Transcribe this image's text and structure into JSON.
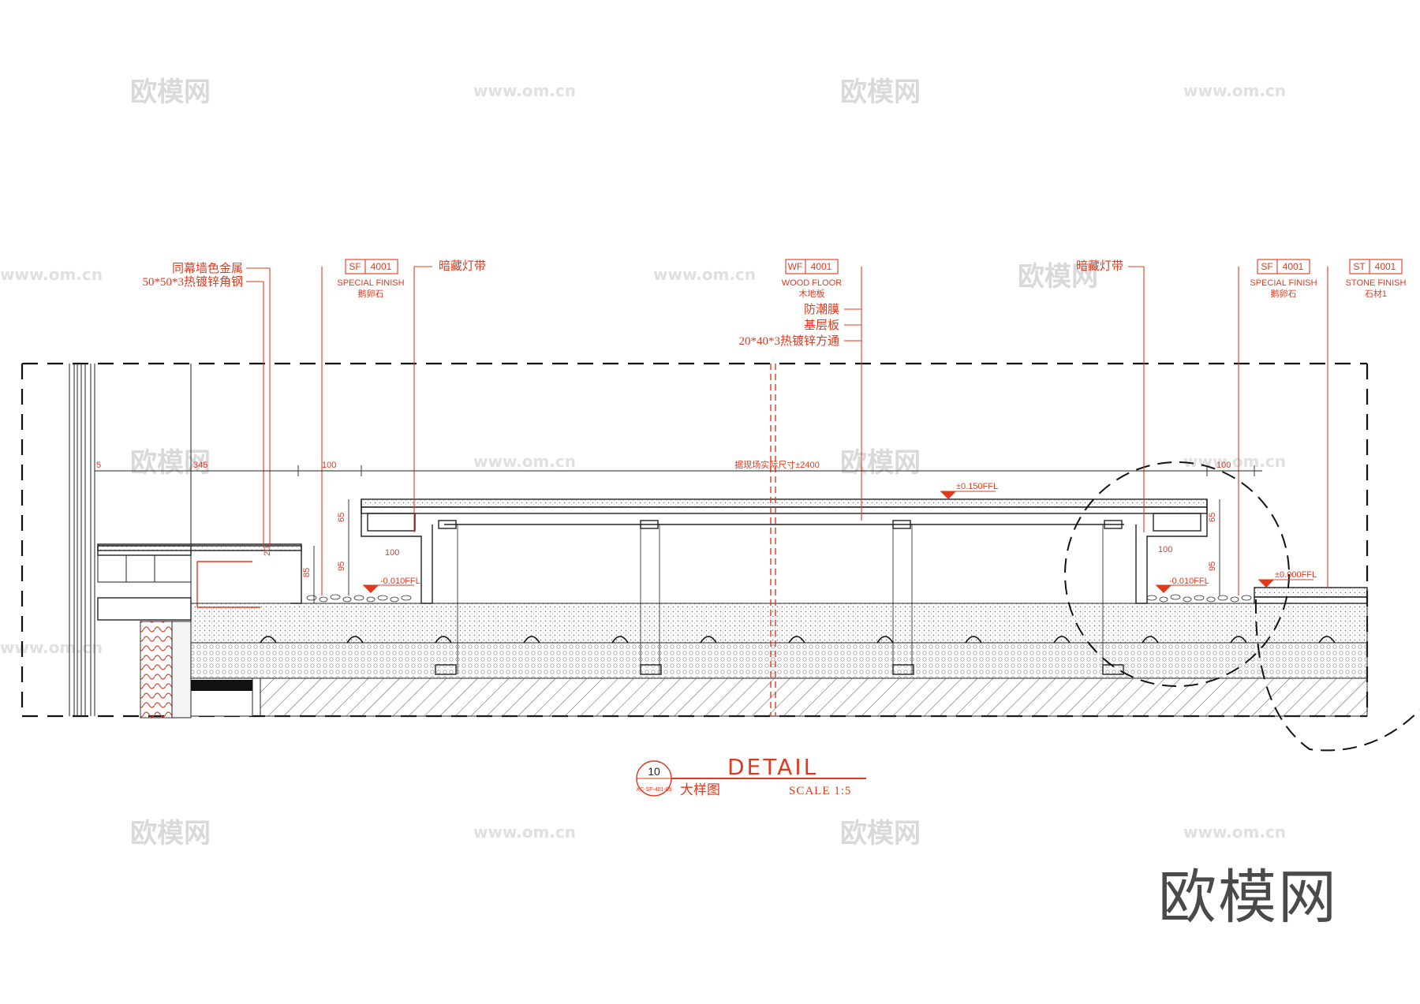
{
  "watermarks": {
    "brand": "欧模网",
    "url": "www.om.cn",
    "url_edge": "www.om.cn",
    "big": "欧模网"
  },
  "callouts": {
    "left_top_1": "同幕墙色金属",
    "left_top_2": "50*50*3热镀锌角钢",
    "sf_left_code": "SF",
    "sf_left_num": "4001",
    "sf_left_en": "SPECIAL FINISH",
    "sf_left_cn": "鹅卵石",
    "light_left": "暗藏灯带",
    "wf_code": "WF",
    "wf_num": "4001",
    "wf_en": "WOOD FLOOR",
    "wf_cn": "木地板",
    "wf_layer_1": "防潮膜",
    "wf_layer_2": "基层板",
    "wf_layer_3": "20*40*3热镀锌方通",
    "light_right": "暗藏灯带",
    "sf_right_code": "SF",
    "sf_right_num": "4001",
    "sf_right_en": "SPECIAL FINISH",
    "sf_right_cn": "鹅卵石",
    "st_code": "ST",
    "st_num": "4001",
    "st_en": "STONE FINISH",
    "st_cn": "石材1"
  },
  "dimensions": {
    "d5": "5",
    "d345": "345",
    "d100_left": "100",
    "d2400": "据现场实际尺寸±2400",
    "d100_right": "100",
    "d65_left": "65",
    "d95_left": "95",
    "d85_left": "85",
    "d100_inner_left": "100",
    "d65_right": "65",
    "d95_right": "95",
    "d100_inner_right": "100",
    "d20_left": "20"
  },
  "levels": {
    "top": "±0.150FFL",
    "left": "-0.010FFL",
    "right": "-0.010FFL",
    "stone": "±0.000FFL"
  },
  "title_block": {
    "number": "10",
    "ref": "XC-SF-401-05",
    "title_en": "DETAIL",
    "title_cn": "大样图",
    "scale": "SCALE 1:5"
  },
  "colors": {
    "annotation": "#e03a1e",
    "linework": "#222222"
  }
}
